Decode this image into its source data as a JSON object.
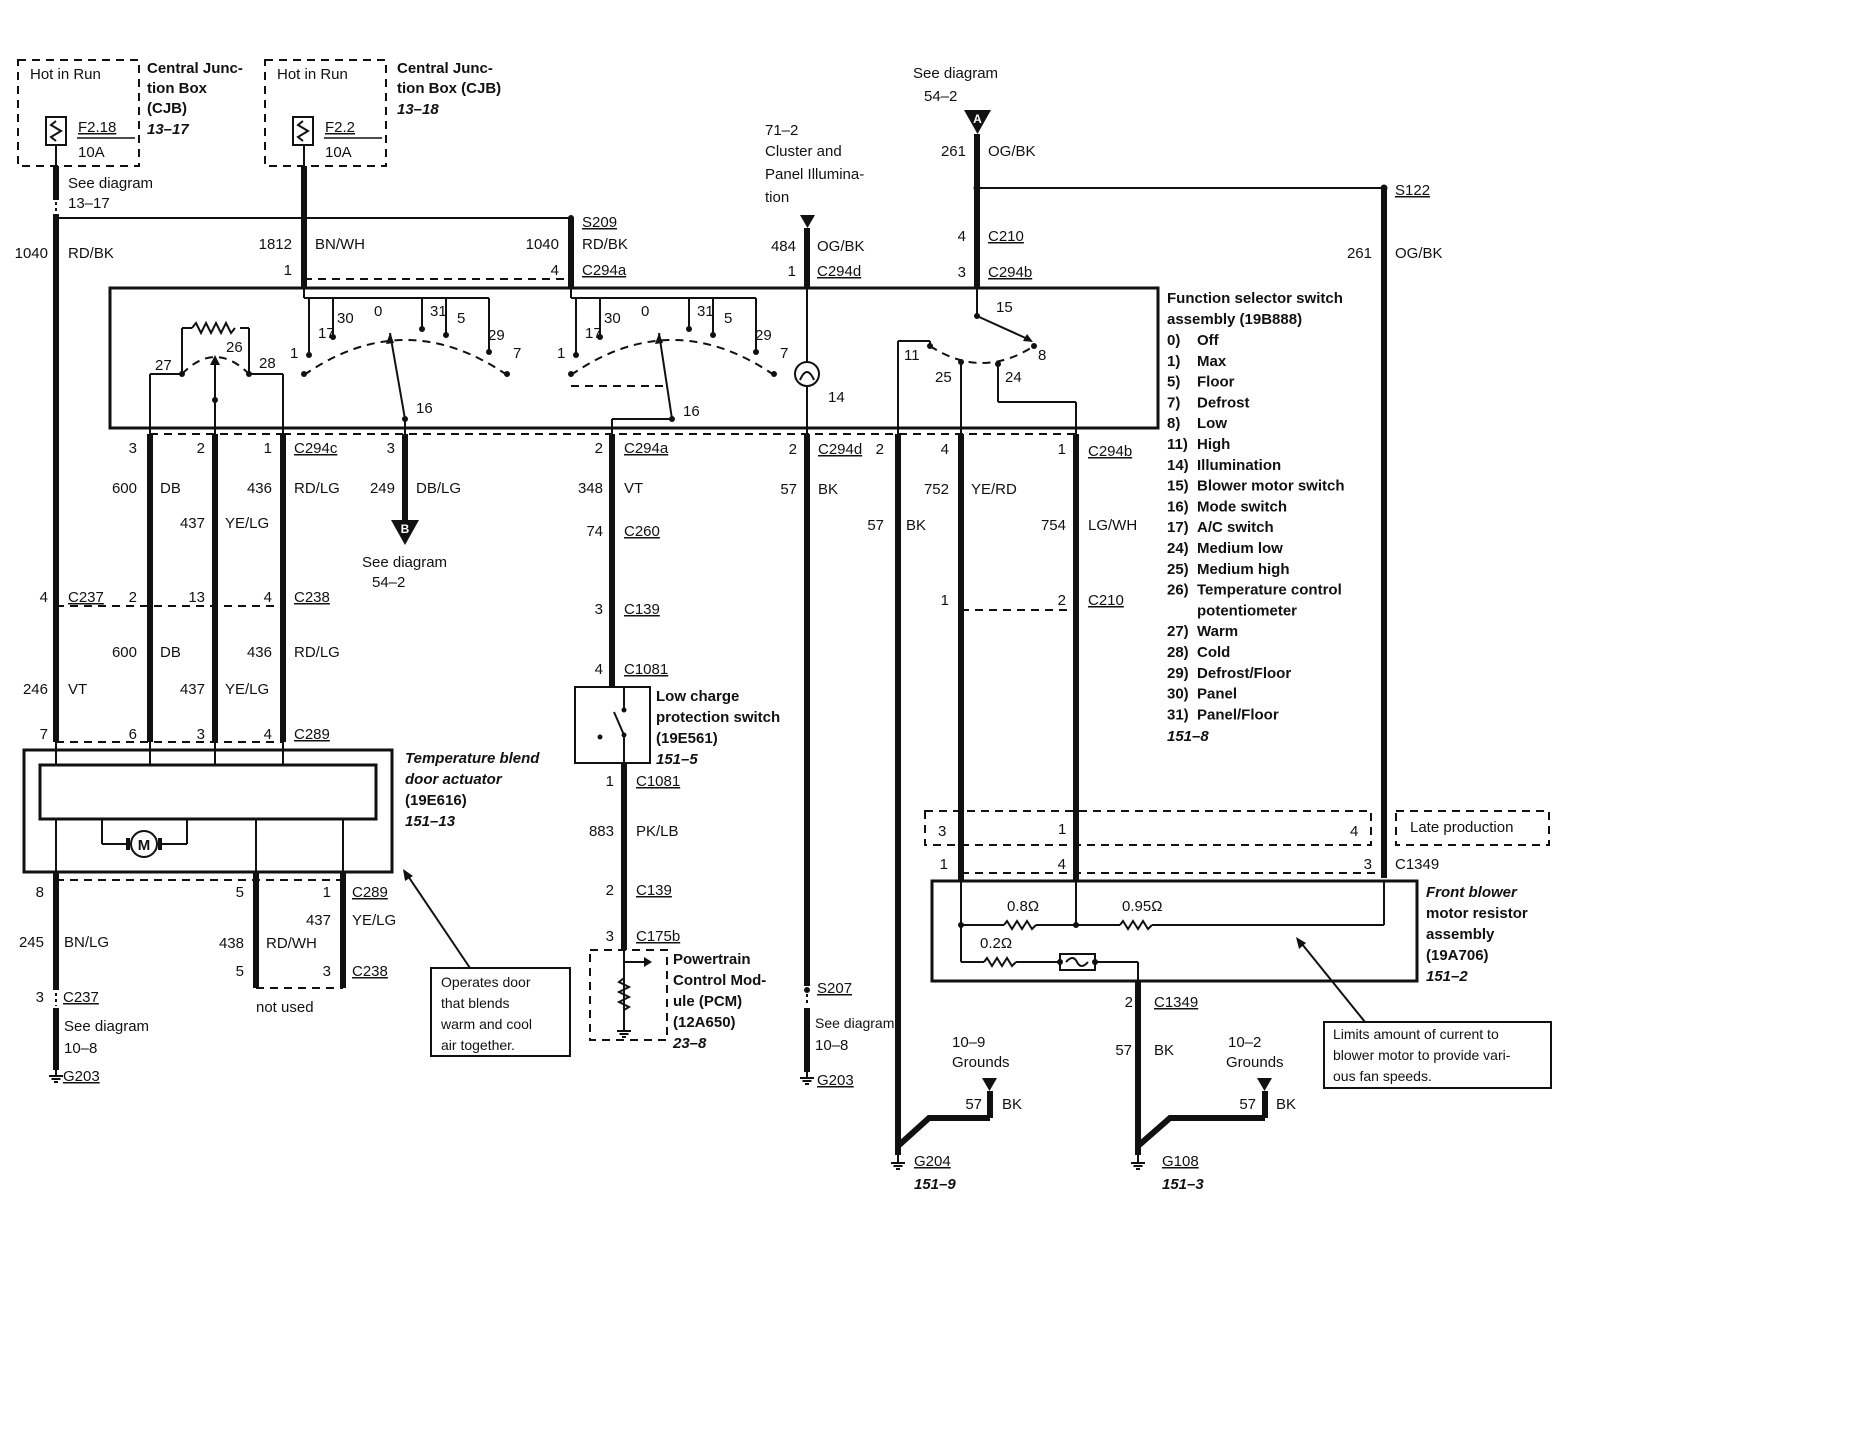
{
  "cjb1": {
    "hot": "Hot in Run",
    "fuse": "F2.18",
    "amp": "10A",
    "title": [
      "Central Junc-",
      "tion Box",
      "(CJB)"
    ],
    "ref": "13–17"
  },
  "cjb2": {
    "hot": "Hot in Run",
    "fuse": "F2.2",
    "amp": "10A",
    "title": [
      "Central Junc-",
      "tion Box (CJB)"
    ],
    "ref": "13–18"
  },
  "see_13_17": [
    "See diagram",
    "13–17"
  ],
  "w1040_left": {
    "num": "1040",
    "color": "RD/BK"
  },
  "w1812": {
    "num": "1812",
    "color": "BN/WH",
    "pin": "1"
  },
  "w1040_mid": {
    "num": "1040",
    "color": "RD/BK",
    "pin": "4",
    "splice": "S209",
    "conn": "C294a"
  },
  "illum": {
    "ref": "71–2",
    "lines": [
      "Cluster and",
      "Panel Illumina-",
      "tion"
    ],
    "num": "484",
    "color": "OG/BK",
    "pin": "1",
    "conn": "C294d"
  },
  "see_54_2_top": {
    "label": "See diagram",
    "ref": "54–2",
    "letter": "A"
  },
  "w261_top": {
    "num": "261",
    "color": "OG/BK",
    "splice": "S122"
  },
  "c210_top": {
    "pin": "4",
    "conn": "C210"
  },
  "c294b_top": {
    "pin": "3",
    "conn": "C294b"
  },
  "w261_right": {
    "num": "261",
    "color": "OG/BK"
  },
  "switch_pins_left": [
    "17",
    "30",
    "0",
    "31",
    "5",
    "29",
    "1",
    "7",
    "16"
  ],
  "switch_pins_mid": [
    "17",
    "30",
    "0",
    "31",
    "5",
    "29",
    "1",
    "7",
    "16"
  ],
  "pot_pins": [
    "27",
    "26",
    "28"
  ],
  "illum_pin": "14",
  "blower_pins": [
    "15",
    "11",
    "25",
    "24",
    "8"
  ],
  "func_switch": {
    "title": [
      "Function selector switch",
      "assembly (19B888)"
    ],
    "legend": [
      [
        "0)",
        "Off"
      ],
      [
        "1)",
        "Max"
      ],
      [
        "5)",
        "Floor"
      ],
      [
        "7)",
        "Defrost"
      ],
      [
        "8)",
        "Low"
      ],
      [
        "11)",
        "High"
      ],
      [
        "14)",
        "Illumination"
      ],
      [
        "15)",
        "Blower motor switch"
      ],
      [
        "16)",
        "Mode switch"
      ],
      [
        "17)",
        "A/C switch"
      ],
      [
        "24)",
        "Medium low"
      ],
      [
        "25)",
        "Medium high"
      ],
      [
        "26)",
        "Temperature control"
      ],
      [
        "",
        "potentiometer"
      ],
      [
        "27)",
        "Warm"
      ],
      [
        "28)",
        "Cold"
      ],
      [
        "29)",
        "Defrost/Floor"
      ],
      [
        "30)",
        "Panel"
      ],
      [
        "31)",
        "Panel/Floor"
      ]
    ],
    "ref": "151–8"
  },
  "c294c": {
    "pins": [
      "3",
      "2",
      "1"
    ],
    "conn": "C294c"
  },
  "w600a": {
    "num": "600",
    "color": "DB"
  },
  "w436a": {
    "num": "436",
    "color": "RD/LG"
  },
  "w437a": {
    "num": "437",
    "color": "YE/LG"
  },
  "w249": {
    "pin": "3",
    "num": "249",
    "color": "DB/LG"
  },
  "see_54_2_b": {
    "letter": "B",
    "label": "See diagram",
    "ref": "54–2"
  },
  "c237a": {
    "pin": "4",
    "conn": "C237"
  },
  "c238a": {
    "pins": [
      "2",
      "13",
      "4"
    ],
    "conn": "C238"
  },
  "w600b": {
    "num": "600",
    "color": "DB"
  },
  "w436b": {
    "num": "436",
    "color": "RD/LG"
  },
  "w246": {
    "num": "246",
    "color": "VT"
  },
  "w437b": {
    "num": "437",
    "color": "YE/LG"
  },
  "c289a": {
    "pins": [
      "7",
      "6",
      "3",
      "4"
    ],
    "conn": "C289"
  },
  "blend_actuator": {
    "title": [
      "Temperature blend",
      "door actuator",
      "(19E616)"
    ],
    "ref": "151–13",
    "motor": "M"
  },
  "c289b": {
    "pins": [
      "8",
      "5",
      "1"
    ],
    "conn": "C289"
  },
  "w245": {
    "num": "245",
    "color": "BN/LG"
  },
  "w437c": {
    "num": "437",
    "color": "YE/LG"
  },
  "w438": {
    "num": "438",
    "color": "RD/WH"
  },
  "c238b": {
    "pins": [
      "5",
      "3"
    ],
    "conn": "C238"
  },
  "not_used": "not used",
  "c237b": {
    "pin": "3",
    "conn": "C237"
  },
  "see_10_8_left": [
    "See diagram",
    "10–8"
  ],
  "g203_left": "G203",
  "callout_blend": [
    "Operates door",
    "that blends",
    "warm and cool",
    "air together."
  ],
  "c294a_mid": {
    "pin": "2",
    "conn": "C294a"
  },
  "w348": {
    "num": "348",
    "color": "VT"
  },
  "c260": {
    "pin": "74",
    "conn": "C260"
  },
  "c139a": {
    "pin": "3",
    "conn": "C139"
  },
  "c1081a": {
    "pin": "4",
    "conn": "C1081"
  },
  "lcps": {
    "title": [
      "Low charge",
      "protection switch",
      "(19E561)"
    ],
    "ref": "151–5"
  },
  "c1081b": {
    "pin": "1",
    "conn": "C1081"
  },
  "w883": {
    "num": "883",
    "color": "PK/LB"
  },
  "c139b": {
    "pin": "2",
    "conn": "C139"
  },
  "c175b": {
    "pin": "3",
    "conn": "C175b"
  },
  "pcm": {
    "title": [
      "Powertrain",
      "Control Mod-",
      "ule (PCM)",
      "(12A650)"
    ],
    "ref": "23–8"
  },
  "c294d_bottom": {
    "pin": "2",
    "conn": "C294d"
  },
  "w57_bk_mid": {
    "num": "57",
    "color": "BK"
  },
  "s207": "S207",
  "see_10_8_mid": [
    "See diagram",
    "10–8"
  ],
  "g203_mid": "G203",
  "c294b_bottom": {
    "pins": [
      "2",
      "4",
      "1"
    ],
    "conn": "C294b"
  },
  "w57_bk_right": {
    "num": "57",
    "color": "BK"
  },
  "w752": {
    "num": "752",
    "color": "YE/RD"
  },
  "w754": {
    "num": "754",
    "color": "LG/WH"
  },
  "c210_bottom": {
    "pins": [
      "1",
      "2"
    ],
    "conn": "C210"
  },
  "late_prod": {
    "pins": [
      "3",
      "1",
      "4"
    ],
    "label": "Late production"
  },
  "c1349a": {
    "pins": [
      "1",
      "4",
      "3"
    ],
    "conn": "C1349"
  },
  "resistor_assy": {
    "r1": "0.8Ω",
    "r2": "0.95Ω",
    "r3": "0.2Ω",
    "title": [
      "Front blower",
      "motor resistor",
      "assembly",
      "(19A706)"
    ],
    "ref": "151–2"
  },
  "c1349b": {
    "pin": "2",
    "conn": "C1349"
  },
  "w57_bk_r2": {
    "num": "57",
    "color": "BK"
  },
  "grounds_10_9": {
    "ref": "10–9",
    "label": "Grounds",
    "num": "57",
    "color": "BK"
  },
  "grounds_10_2": {
    "ref": "10–2",
    "label": "Grounds",
    "num": "57",
    "color": "BK"
  },
  "callout_resistor": [
    "Limits amount of current to",
    "blower motor to provide vari-",
    "ous fan speeds."
  ],
  "g204": {
    "name": "G204",
    "ref": "151–9"
  },
  "g108": {
    "name": "G108",
    "ref": "151–3"
  }
}
